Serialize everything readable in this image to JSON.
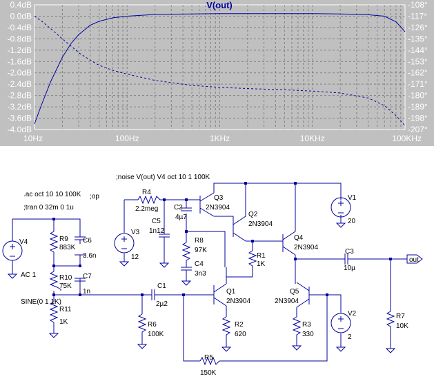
{
  "chart_data": {
    "type": "line",
    "title": "V(out)",
    "x_scale": "log",
    "xlim": [
      10,
      100000
    ],
    "x_ticks": [
      "10Hz",
      "100Hz",
      "1KHz",
      "10KHz",
      "100KHz"
    ],
    "y_left_ticks": [
      "0.4dB",
      "0.0dB",
      "-0.4dB",
      "-0.8dB",
      "-1.2dB",
      "-1.6dB",
      "-2.0dB",
      "-2.4dB",
      "-2.8dB",
      "-3.2dB",
      "-3.6dB",
      "-4.0dB"
    ],
    "y_left_lim": [
      -4.0,
      0.4
    ],
    "y_right_ticks": [
      "-108°",
      "-117°",
      "-126°",
      "-135°",
      "-144°",
      "-153°",
      "-162°",
      "-171°",
      "-180°",
      "-189°",
      "-198°",
      "-207°"
    ],
    "y_right_lim": [
      -207,
      -108
    ],
    "grid": true,
    "series": [
      {
        "style": "solid",
        "axis": "left",
        "x": [
          10,
          12,
          15,
          20,
          25,
          30,
          40,
          50,
          70,
          100,
          200,
          500,
          1000,
          2000,
          5000,
          10000,
          20000,
          40000,
          60000,
          80000,
          100000
        ],
        "y": [
          -3.8,
          -3.1,
          -2.3,
          -1.45,
          -0.95,
          -0.65,
          -0.32,
          -0.18,
          -0.06,
          0.0,
          0.06,
          0.08,
          0.09,
          0.09,
          0.09,
          0.09,
          0.08,
          0.05,
          0.0,
          -0.2,
          -0.55
        ]
      },
      {
        "style": "dashed",
        "axis": "right",
        "x": [
          10,
          12,
          15,
          20,
          25,
          30,
          40,
          50,
          70,
          100,
          200,
          500,
          1000,
          2000,
          5000,
          10000,
          20000,
          40000,
          60000,
          80000,
          100000
        ],
        "y": [
          -117,
          -121,
          -127,
          -135,
          -141,
          -146,
          -152,
          -156,
          -160,
          -163,
          -168,
          -172,
          -173.5,
          -174.5,
          -175.5,
          -176.5,
          -178,
          -182,
          -188,
          -196,
          -204
        ]
      }
    ]
  },
  "schematic": {
    "directives": {
      "ac": ".ac oct 10 10 100K",
      "op": ";op",
      "tran": ";tran 0 32m 0 1u",
      "noise": ";noise V(out) V4 oct 10 1 100K"
    },
    "components": {
      "v4": {
        "name": "V4",
        "value": "AC 1",
        "extra": "SINE(0 1 1K)"
      },
      "r9": {
        "name": "R9",
        "value": "883K"
      },
      "r10": {
        "name": "R10",
        "value": "75K"
      },
      "r11": {
        "name": "R11",
        "value": "1K"
      },
      "c6": {
        "name": "C6",
        "value": "3.6n"
      },
      "c7": {
        "name": "C7",
        "value": "1n"
      },
      "c1": {
        "name": "C1",
        "value": "2µ2"
      },
      "r6": {
        "name": "R6",
        "value": "100K"
      },
      "r4": {
        "name": "R4",
        "value": "2.2meg"
      },
      "v3": {
        "name": "V3",
        "value": "12"
      },
      "c5": {
        "name": "C5",
        "value": "1n12"
      },
      "c2": {
        "name": "C2",
        "value": "4µ7"
      },
      "r8": {
        "name": "R8",
        "value": "97K"
      },
      "c4": {
        "name": "C4",
        "value": "3n3"
      },
      "q3": {
        "name": "Q3",
        "value": "2N3904"
      },
      "q2": {
        "name": "Q2",
        "value": "2N3904"
      },
      "r1": {
        "name": "R1",
        "value": "1K"
      },
      "q1": {
        "name": "Q1",
        "value": "2N3904"
      },
      "r2": {
        "name": "R2",
        "value": "620"
      },
      "r5": {
        "name": "R5",
        "value": "150K"
      },
      "q4": {
        "name": "Q4",
        "value": "2N3904"
      },
      "q5": {
        "name": "Q5",
        "value": "2N3904"
      },
      "r3": {
        "name": "R3",
        "value": "330"
      },
      "v1": {
        "name": "V1",
        "value": "20"
      },
      "v2": {
        "name": "V2",
        "value": "2"
      },
      "c3": {
        "name": "C3",
        "value": "10µ"
      },
      "r7": {
        "name": "R7",
        "value": "10K"
      }
    },
    "out_label": "out"
  },
  "colors": {
    "plot_bg": "#c0c0c0",
    "trace": "#0000a0",
    "grid": "#808080",
    "tick_text": "#ffffff"
  }
}
